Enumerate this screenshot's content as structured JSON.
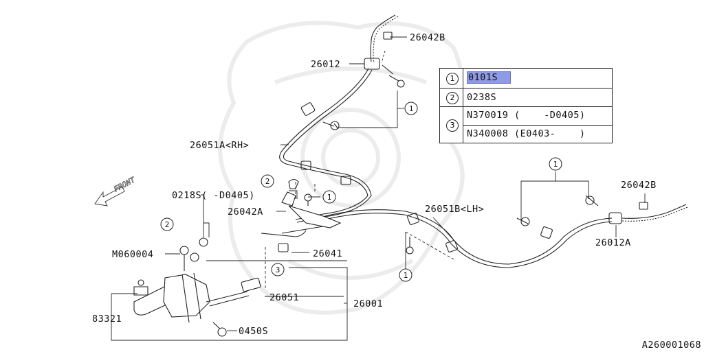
{
  "diagram": {
    "code": "A260001068",
    "front_label": "FRONT",
    "parts": {
      "p26042B_top": "26042B",
      "p26012": "26012",
      "p26051A": "26051A<RH>",
      "p0218S": "0218S(   -D0405)",
      "p26042A": "26042A",
      "pM060004": "M060004",
      "p83321": "83321",
      "p26051": "26051",
      "p0450S": "0450S",
      "p26001": "26001",
      "p26041": "26041",
      "p26051B": "26051B<LH>",
      "p26042B_right": "26042B",
      "p26012A": "26012A"
    },
    "callouts": {
      "c1": "1",
      "c2": "2",
      "c3": "3"
    },
    "legend": {
      "rows": [
        {
          "ref": "1",
          "lines": [
            "0101S"
          ],
          "highlighted": true
        },
        {
          "ref": "2",
          "lines": [
            "0238S"
          ]
        },
        {
          "ref": "3",
          "lines": [
            "N370019 (    -D0405)",
            "N340008 (E0403-    )"
          ]
        }
      ],
      "highlight_color": "#8f9be6"
    }
  }
}
